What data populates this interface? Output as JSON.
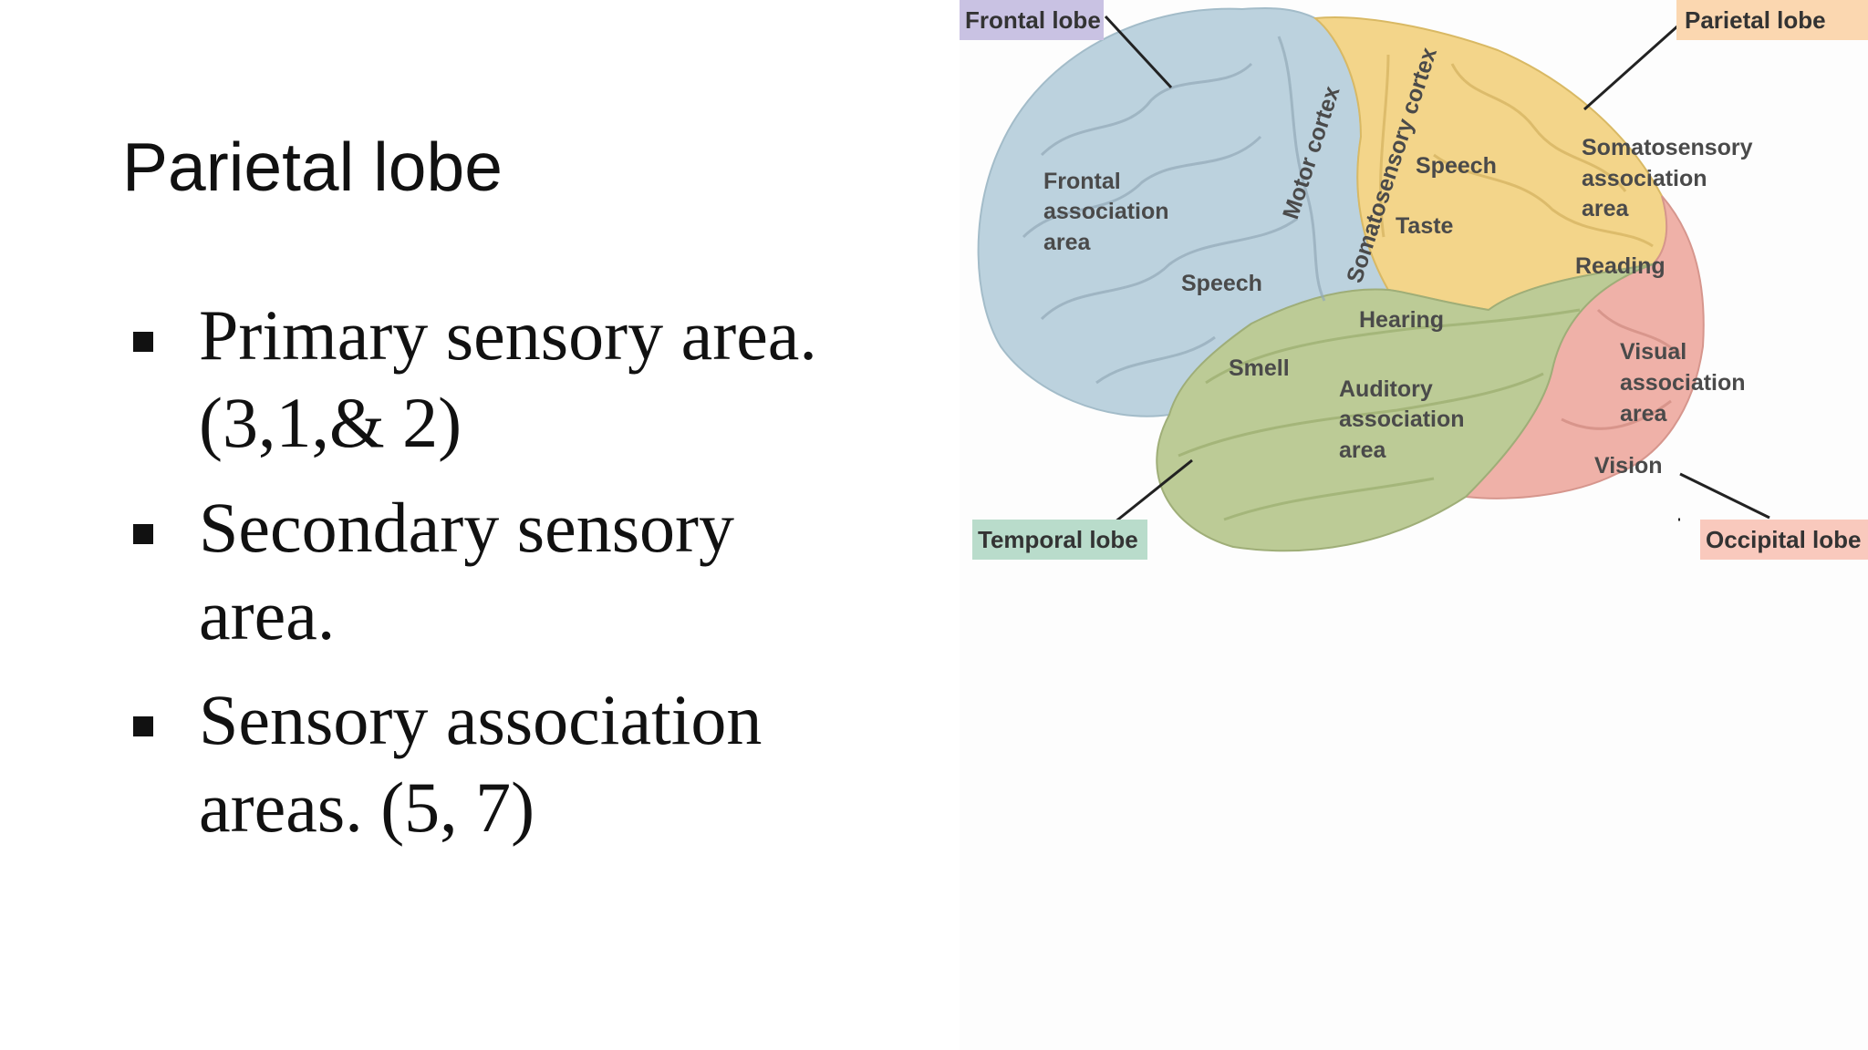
{
  "slide": {
    "title": "Parietal lobe",
    "bullets": [
      {
        "line1": "Primary sensory area.",
        "line2": "(3,1,& 2)"
      },
      {
        "line1": "Secondary sensory",
        "line2": "area."
      },
      {
        "line1": "Sensory association",
        "line2": "areas. (5, 7)"
      }
    ]
  },
  "figure": {
    "lobe_labels": {
      "frontal": "Frontal lobe",
      "parietal": "Parietal lobe",
      "temporal": "Temporal lobe",
      "occipital": "Occipital lobe"
    },
    "area_labels": {
      "frontal_assoc_1": "Frontal",
      "frontal_assoc_2": "association",
      "frontal_assoc_3": "area",
      "motor_cortex": "Motor cortex",
      "somatosensory_cortex": "Somatosensory cortex",
      "speech_parietal": "Speech",
      "taste": "Taste",
      "speech_frontal": "Speech",
      "soma_assoc_1": "Somatosensory",
      "soma_assoc_2": "association",
      "soma_assoc_3": "area",
      "reading": "Reading",
      "hearing": "Hearing",
      "smell": "Smell",
      "auditory_assoc_1": "Auditory",
      "auditory_assoc_2": "association",
      "auditory_assoc_3": "area",
      "visual_assoc_1": "Visual",
      "visual_assoc_2": "association",
      "visual_assoc_3": "area",
      "vision": "Vision"
    },
    "colors": {
      "frontal": "#bcd2de",
      "parietal": "#f3d58a",
      "temporal": "#bccb96",
      "occipital": "#efb1a8",
      "frontal_tag": "#c9c2e3",
      "parietal_tag": "#fbd7b0",
      "temporal_tag": "#b9dccb",
      "occipital_tag": "#f9c9bd"
    }
  }
}
